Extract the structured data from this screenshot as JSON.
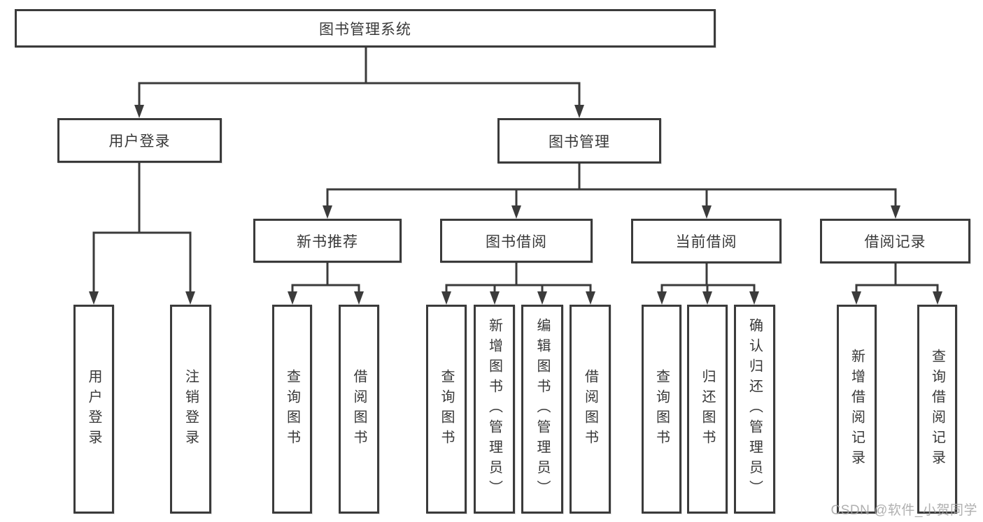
{
  "diagram": {
    "title": "图书管理系统",
    "branches": [
      {
        "label": "用户登录",
        "children": [
          "用户登录",
          "注销登录"
        ]
      },
      {
        "label": "图书管理",
        "sections": [
          {
            "label": "新书推荐",
            "children": [
              "查询图书",
              "借阅图书"
            ]
          },
          {
            "label": "图书借阅",
            "children": [
              "查询图书",
              "新增图书（管理员）",
              "编辑图书（管理员）",
              "借阅图书"
            ]
          },
          {
            "label": "当前借阅",
            "children": [
              "查询图书",
              "归还图书",
              "确认归还（管理员）"
            ]
          },
          {
            "label": "借阅记录",
            "children": [
              "新增借阅记录",
              "查询借阅记录"
            ]
          }
        ]
      }
    ],
    "watermark": "CSDN @软件_小贺同学",
    "colors": {
      "line": "#3b3b3b",
      "text": "#383838",
      "box_background": "#ffffff",
      "watermark": "#a3a3a3"
    }
  }
}
